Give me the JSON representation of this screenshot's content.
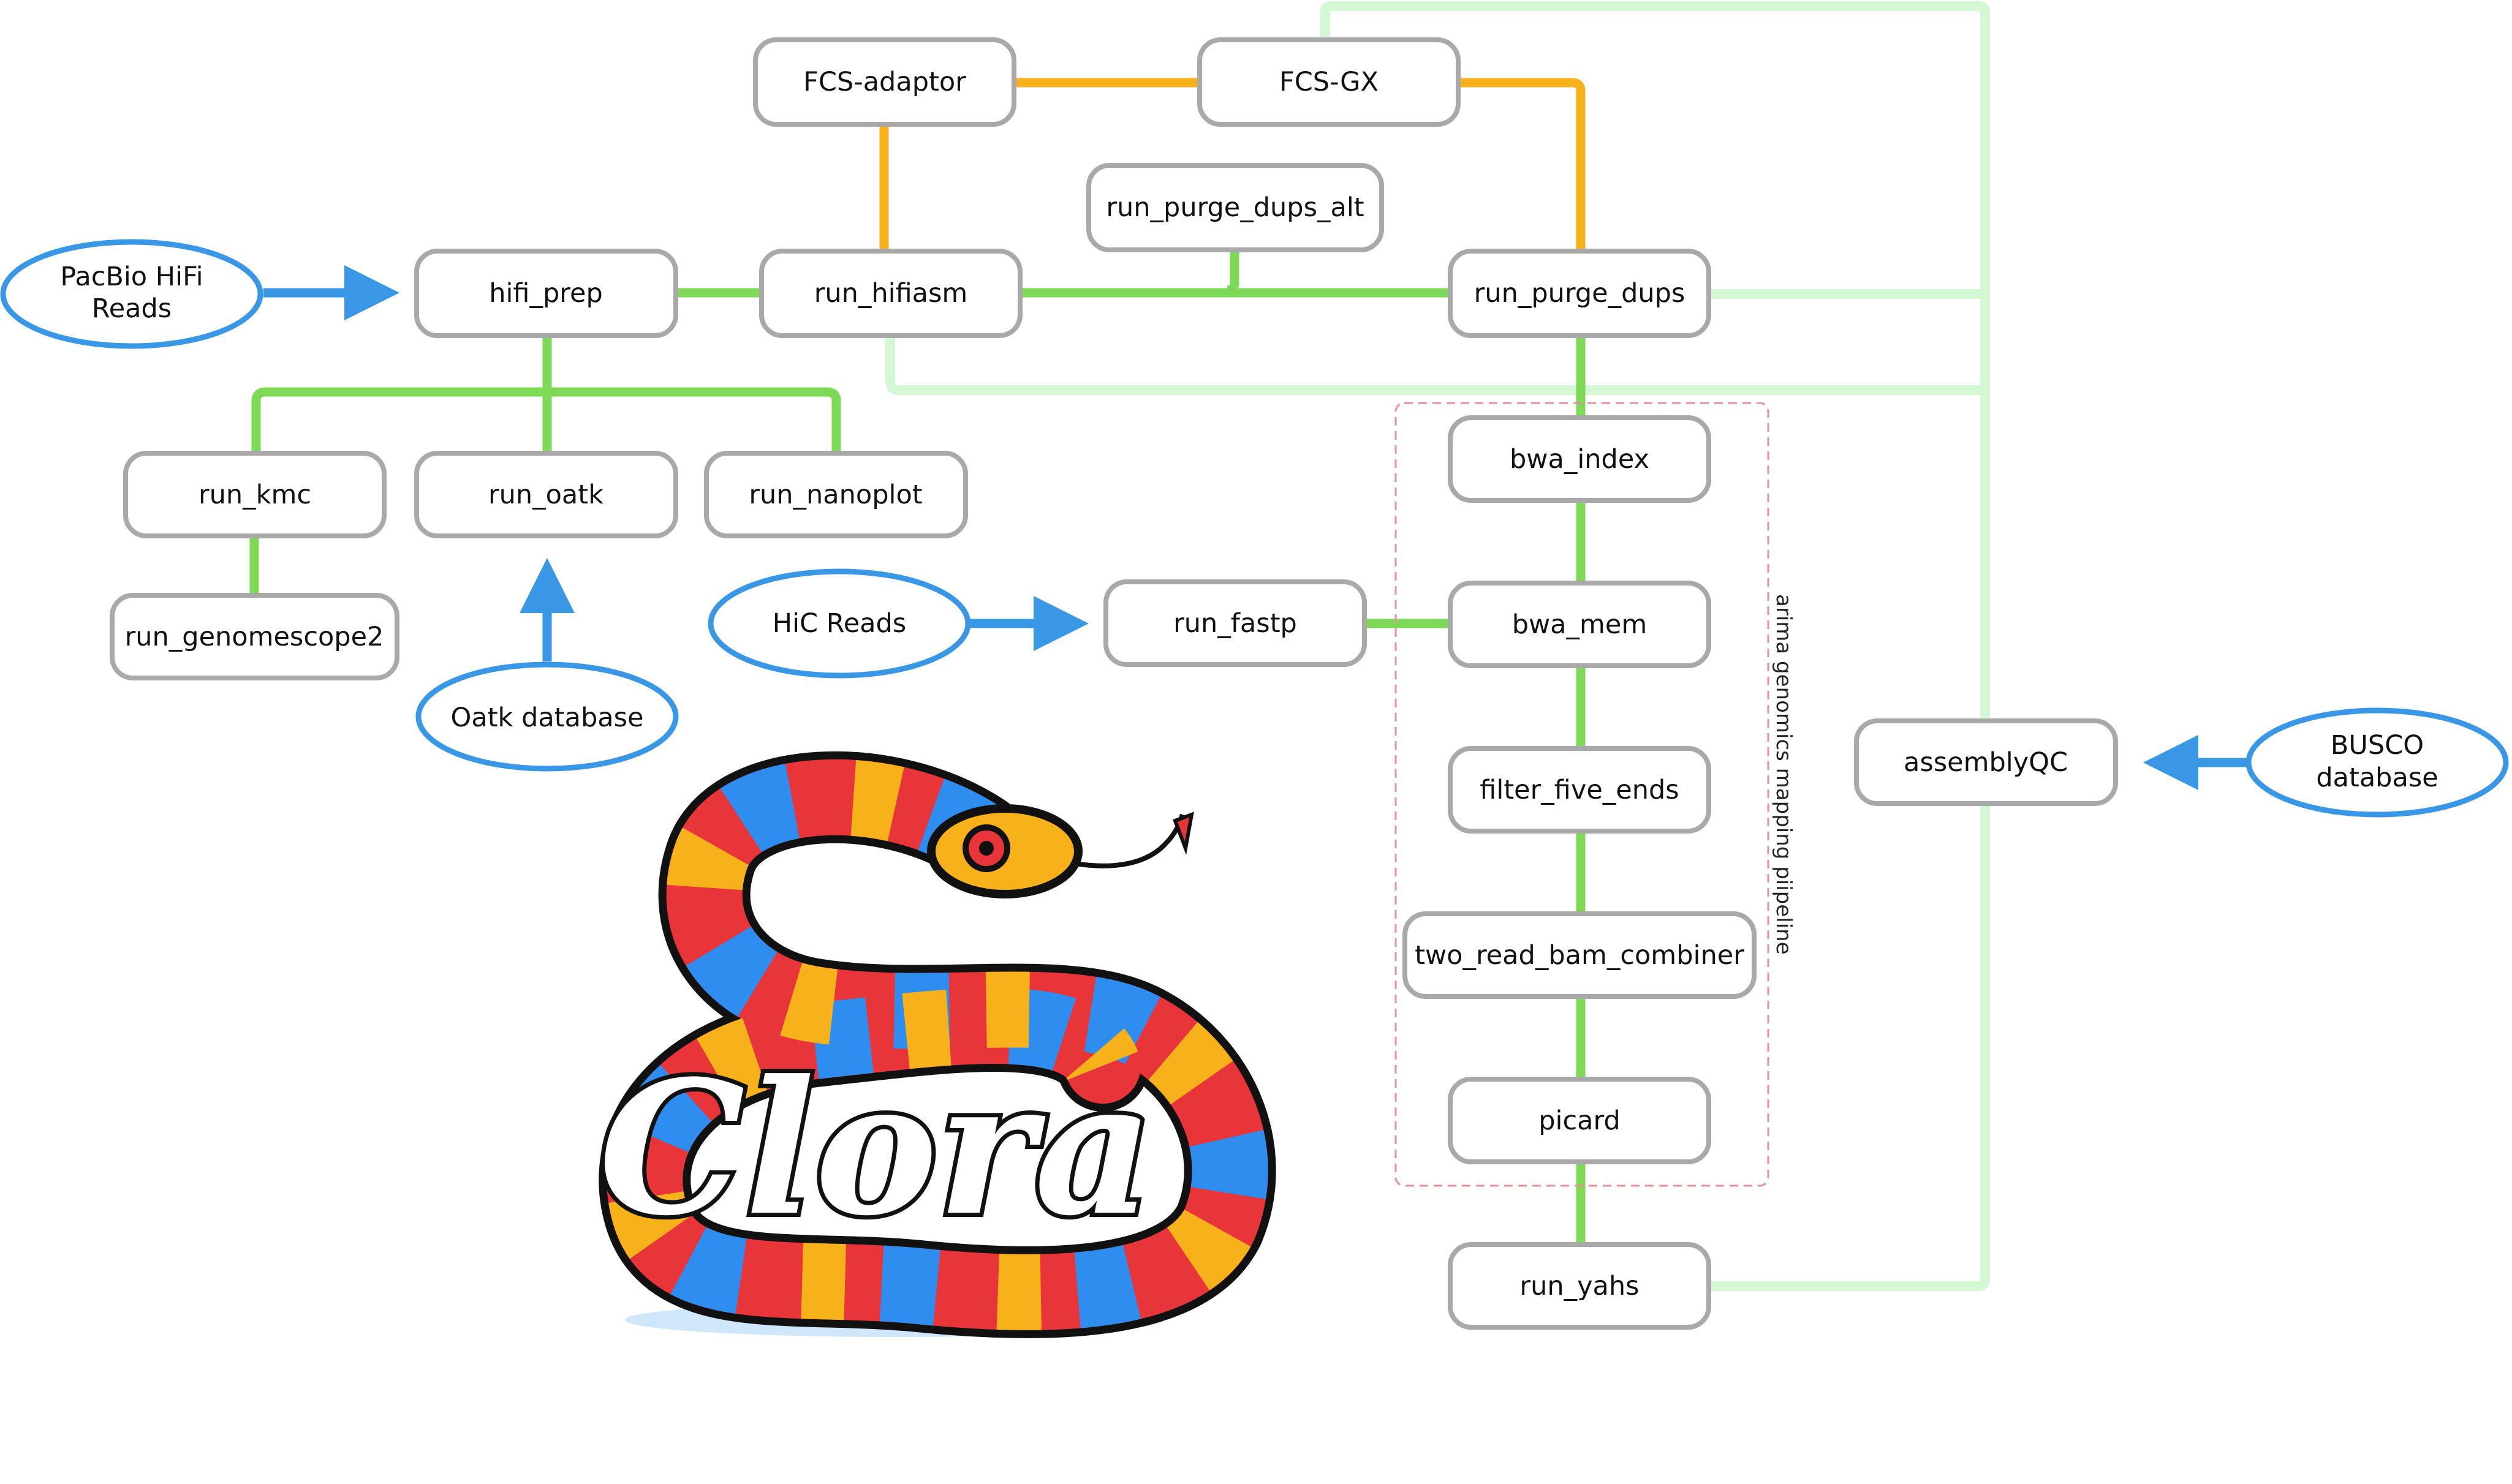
{
  "colors": {
    "node_border": "#a9a9a9",
    "node_fill": "#ffffff",
    "input_border": "#3a97e6",
    "edge_green": "#7ed957",
    "edge_orange": "#f7b21b",
    "edge_light_green": "#d4f7d4",
    "arrow_blue": "#3a97e6",
    "group_border": "#e58fa0"
  },
  "nodes": {
    "fcs_adaptor": "FCS-adaptor",
    "fcs_gx": "FCS-GX",
    "run_purge_dups_alt": "run_purge_dups_alt",
    "hifi_prep": "hifi_prep",
    "run_hifiasm": "run_hifiasm",
    "run_purge_dups": "run_purge_dups",
    "run_kmc": "run_kmc",
    "run_oatk": "run_oatk",
    "run_nanoplot": "run_nanoplot",
    "run_genomescope2": "run_genomescope2",
    "run_fastp": "run_fastp",
    "bwa_index": "bwa_index",
    "bwa_mem": "bwa_mem",
    "filter_five_ends": "filter_five_ends",
    "two_read_bam_combiner": "two_read_bam_combiner",
    "picard": "picard",
    "run_yahs": "run_yahs",
    "assemblyqc": "assemblyQC"
  },
  "inputs": {
    "pacbio_line1": "PacBio HiFi",
    "pacbio_line2": "Reads",
    "oatk_db": "Oatk database",
    "hic_reads": "HiC Reads",
    "busco_line1": "BUSCO",
    "busco_line2": "database"
  },
  "group_label": "arima genomics mapping piipeline",
  "logo_text": "Clora"
}
